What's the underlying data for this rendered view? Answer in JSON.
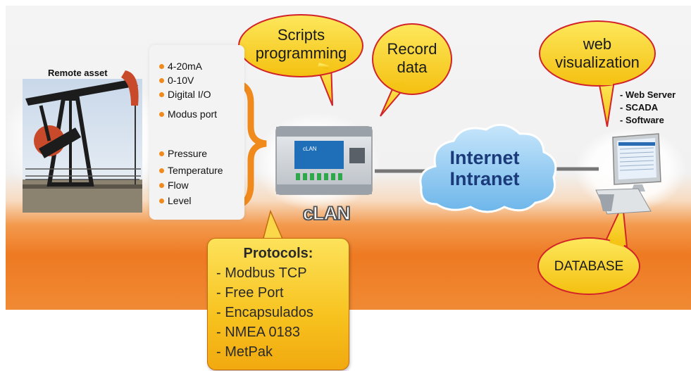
{
  "remote_asset": {
    "label": "Remote asset"
  },
  "signals": {
    "items": [
      "4-20mA",
      "0-10V",
      "Digital I/O",
      "Modus port",
      "Pressure",
      "Temperature",
      "Flow",
      "Level"
    ]
  },
  "bubbles": {
    "scripts": [
      "Scripts",
      "programming"
    ],
    "record": [
      "Record",
      "data"
    ],
    "web": [
      "web",
      "visualization"
    ],
    "database": "DATABASE"
  },
  "device": {
    "label": "cLAN",
    "small_label": "cLAN"
  },
  "network": {
    "lines": [
      "Internet",
      "Intranet"
    ]
  },
  "software_list": {
    "items": [
      "- Web Server",
      "- SCADA",
      "- Software"
    ]
  },
  "protocols": {
    "title": "Protocols:",
    "items": [
      "- Modbus TCP",
      "- Free Port",
      "- Encapsulados",
      "- NMEA 0183",
      "- MetPak"
    ]
  },
  "colors": {
    "accent_orange": "#f08a1c",
    "bubble_yellow": "#f7d21e",
    "bubble_red_border": "#d2232a",
    "cloud_blue": "#7fc3ee"
  }
}
